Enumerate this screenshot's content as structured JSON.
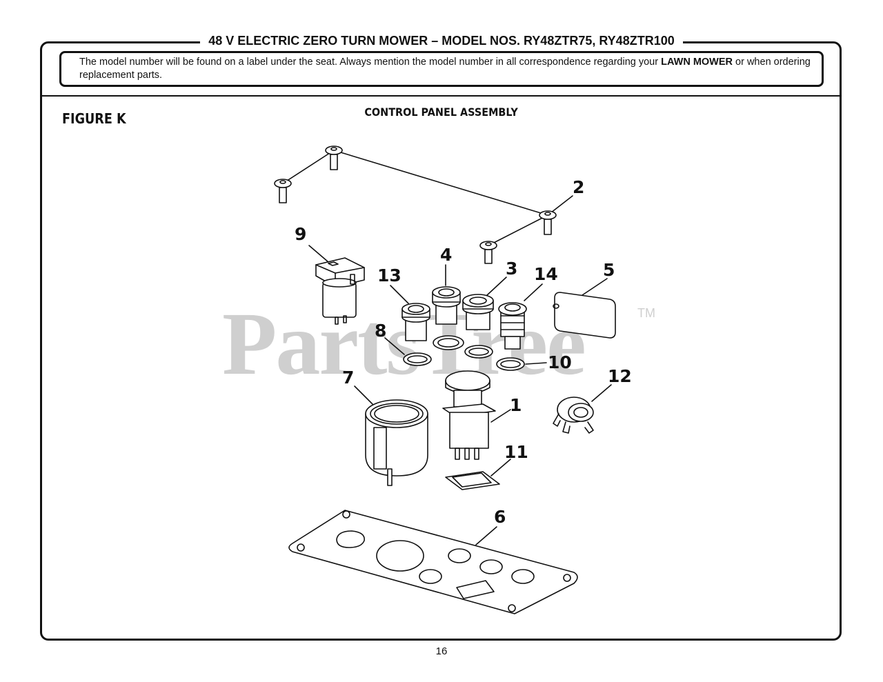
{
  "header": {
    "title": "48 V ELECTRIC ZERO TURN MOWER – MODEL NOS. RY48ZTR75, RY48ZTR100"
  },
  "notice": {
    "text_before": "The model number will be found on a label under the seat. Always mention the model number in all correspondence regarding your ",
    "emphasis": "LAWN MOWER",
    "text_after": " or when ordering replacement parts."
  },
  "figure": {
    "label": "FIGURE K",
    "title": "CONTROL PANEL ASSEMBLY"
  },
  "watermark": {
    "text": "PartsTree",
    "tm": "TM"
  },
  "callouts": [
    "1",
    "2",
    "3",
    "4",
    "5",
    "6",
    "7",
    "8",
    "9",
    "10",
    "11",
    "12",
    "13",
    "14"
  ],
  "footer": {
    "page_number": "16"
  }
}
